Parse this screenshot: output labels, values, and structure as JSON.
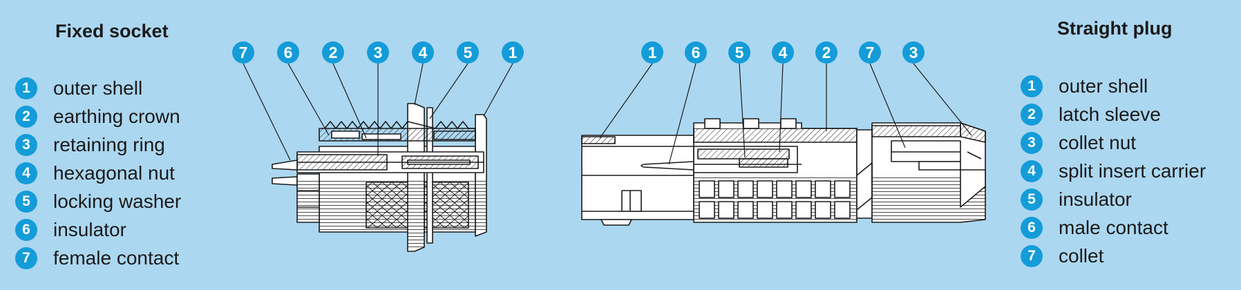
{
  "socket": {
    "title": "Fixed socket",
    "items": [
      {
        "num": "1",
        "label": "outer shell"
      },
      {
        "num": "2",
        "label": "earthing crown"
      },
      {
        "num": "3",
        "label": "retaining ring"
      },
      {
        "num": "4",
        "label": "hexagonal nut"
      },
      {
        "num": "5",
        "label": "locking washer"
      },
      {
        "num": "6",
        "label": "insulator"
      },
      {
        "num": "7",
        "label": "female contact"
      }
    ],
    "callouts": [
      "7",
      "6",
      "2",
      "3",
      "4",
      "5",
      "1"
    ]
  },
  "plug": {
    "title": "Straight plug",
    "items": [
      {
        "num": "1",
        "label": "outer shell"
      },
      {
        "num": "2",
        "label": "latch sleeve"
      },
      {
        "num": "3",
        "label": "collet nut"
      },
      {
        "num": "4",
        "label": "split insert carrier"
      },
      {
        "num": "5",
        "label": "insulator"
      },
      {
        "num": "6",
        "label": "male contact"
      },
      {
        "num": "7",
        "label": "collet"
      }
    ],
    "callouts": [
      "1",
      "6",
      "5",
      "4",
      "2",
      "7",
      "3"
    ]
  },
  "colors": {
    "background": "#acd7f0",
    "badge": "#149cd9",
    "line": "#1a1a1a",
    "part": "#ffffff"
  }
}
